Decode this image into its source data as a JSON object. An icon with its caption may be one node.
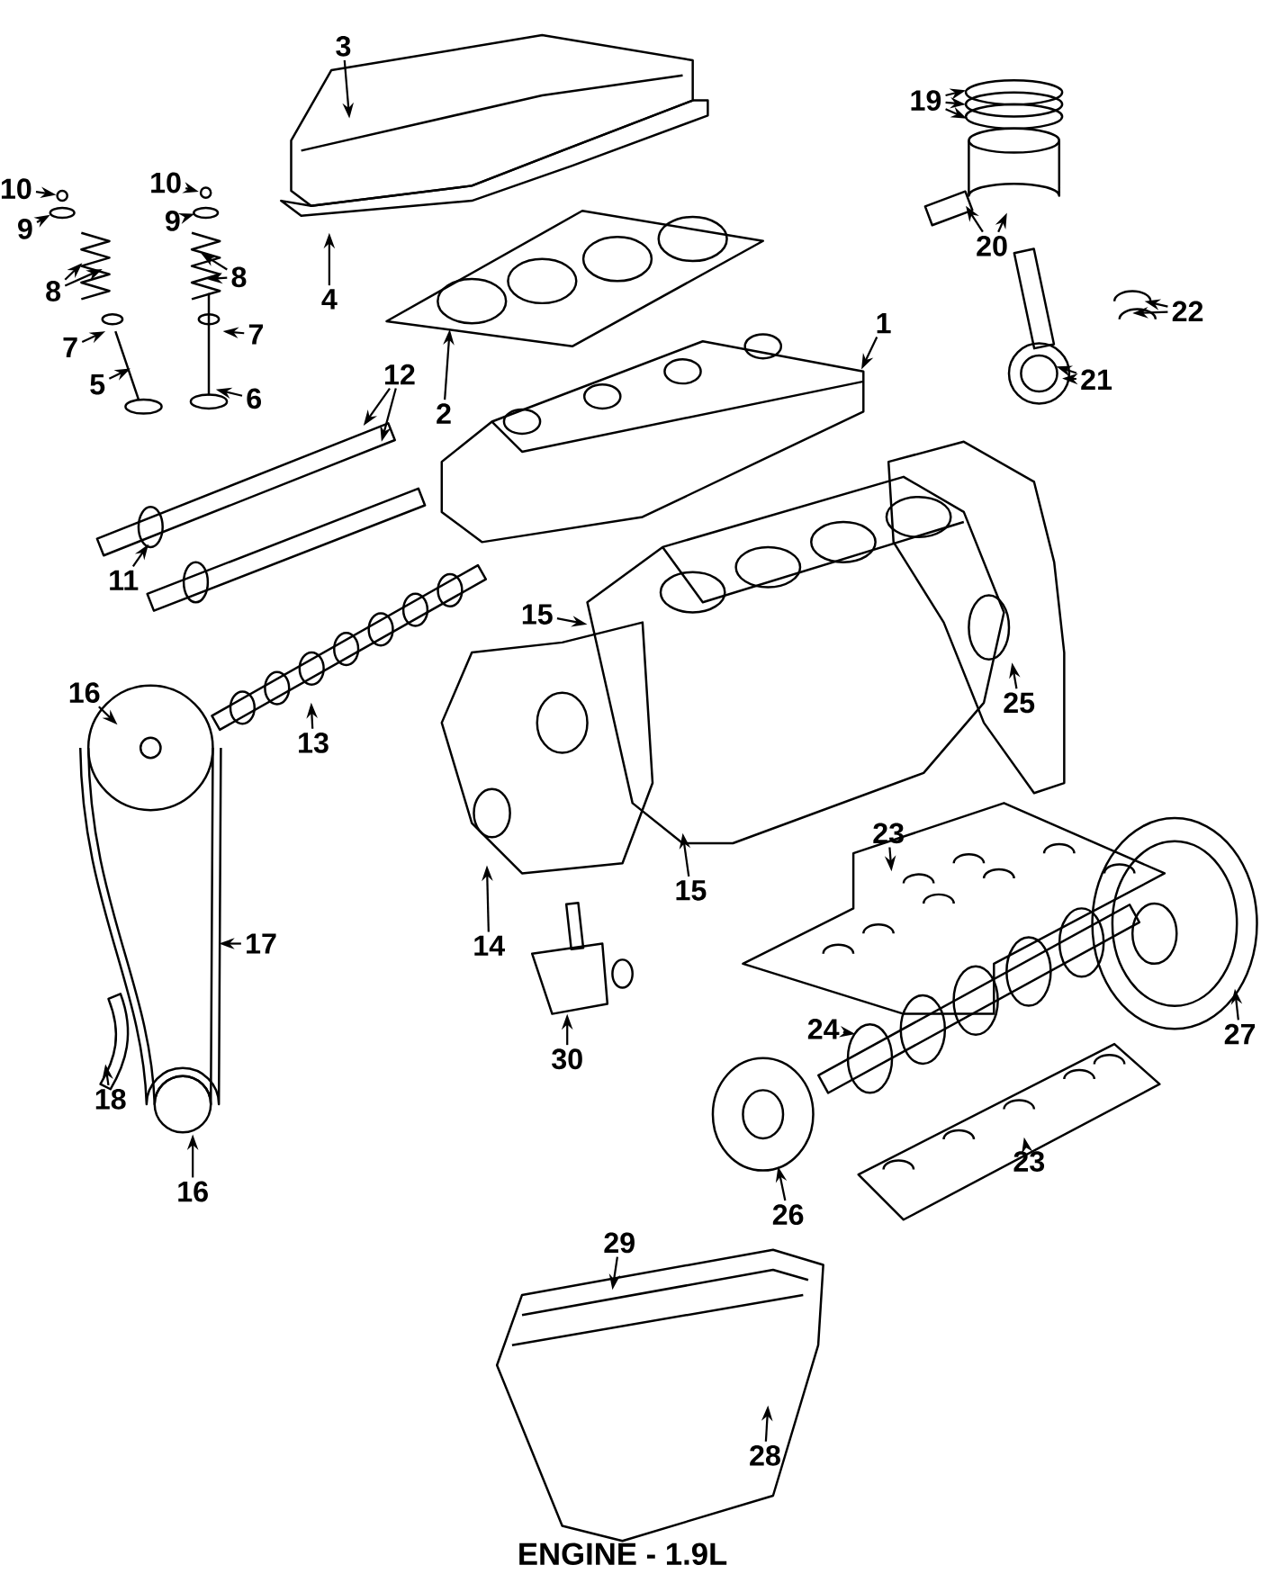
{
  "diagram": {
    "caption": "ENGINE - 1.9L",
    "nodes": [
      {
        "text": [
          "1"
        ]
      },
      {
        "text": [
          "2"
        ]
      },
      {
        "text": [
          "3"
        ]
      },
      {
        "text": [
          "4"
        ]
      },
      {
        "text": [
          "5"
        ]
      },
      {
        "text": [
          "6"
        ]
      },
      {
        "text": [
          "7"
        ]
      },
      {
        "text": [
          "7"
        ]
      },
      {
        "text": [
          "8"
        ]
      },
      {
        "text": [
          "8"
        ]
      },
      {
        "text": [
          "9"
        ]
      },
      {
        "text": [
          "9"
        ]
      },
      {
        "text": [
          "10"
        ]
      },
      {
        "text": [
          "10"
        ]
      },
      {
        "text": [
          "11"
        ]
      },
      {
        "text": [
          "12"
        ]
      },
      {
        "text": [
          "13"
        ]
      },
      {
        "text": [
          "14"
        ]
      },
      {
        "text": [
          "15"
        ]
      },
      {
        "text": [
          "15"
        ]
      },
      {
        "text": [
          "16"
        ]
      },
      {
        "text": [
          "16"
        ]
      },
      {
        "text": [
          "17"
        ]
      },
      {
        "text": [
          "18"
        ]
      },
      {
        "text": [
          "19"
        ]
      },
      {
        "text": [
          "20"
        ]
      },
      {
        "text": [
          "21"
        ]
      },
      {
        "text": [
          "22"
        ]
      },
      {
        "text": [
          "23"
        ]
      },
      {
        "text": [
          "23"
        ]
      },
      {
        "text": [
          "24"
        ]
      },
      {
        "text": [
          "25"
        ]
      },
      {
        "text": [
          "26"
        ]
      },
      {
        "text": [
          "27"
        ]
      },
      {
        "text": [
          "28"
        ]
      },
      {
        "text": [
          "29"
        ]
      },
      {
        "text": [
          "30"
        ]
      }
    ],
    "edges": [
      {
        "from": 0,
        "to": null,
        "arrow": "to"
      },
      {
        "from": 1,
        "to": null,
        "arrow": "to"
      },
      {
        "from": 2,
        "to": null,
        "arrow": "to"
      },
      {
        "from": 3,
        "to": null,
        "arrow": "to"
      },
      {
        "from": 4,
        "to": null,
        "arrow": "to"
      },
      {
        "from": 5,
        "to": null,
        "arrow": "to"
      },
      {
        "from": 6,
        "to": null,
        "arrow": "to"
      },
      {
        "from": 7,
        "to": null,
        "arrow": "to"
      },
      {
        "from": 8,
        "to": null,
        "arrow": "to"
      },
      {
        "from": 8,
        "to": null,
        "arrow": "to"
      },
      {
        "from": 9,
        "to": null,
        "arrow": "to"
      },
      {
        "from": 9,
        "to": null,
        "arrow": "to"
      },
      {
        "from": 10,
        "to": null,
        "arrow": "to"
      },
      {
        "from": 11,
        "to": null,
        "arrow": "to"
      },
      {
        "from": 12,
        "to": null,
        "arrow": "to"
      },
      {
        "from": 13,
        "to": null,
        "arrow": "to"
      },
      {
        "from": 14,
        "to": null,
        "arrow": "to"
      },
      {
        "from": 15,
        "to": null,
        "arrow": "to"
      },
      {
        "from": 15,
        "to": null,
        "arrow": "to"
      },
      {
        "from": 16,
        "to": null,
        "arrow": "to"
      },
      {
        "from": 17,
        "to": null,
        "arrow": "to"
      },
      {
        "from": 18,
        "to": null,
        "arrow": "to"
      },
      {
        "from": 19,
        "to": null,
        "arrow": "to"
      },
      {
        "from": 20,
        "to": null,
        "arrow": "to"
      },
      {
        "from": 21,
        "to": null,
        "arrow": "to"
      },
      {
        "from": 22,
        "to": null,
        "arrow": "to"
      },
      {
        "from": 23,
        "to": null,
        "arrow": "to"
      },
      {
        "from": 24,
        "to": null,
        "arrow": "to"
      },
      {
        "from": 24,
        "to": null,
        "arrow": "to"
      },
      {
        "from": 24,
        "to": null,
        "arrow": "to"
      },
      {
        "from": 25,
        "to": null,
        "arrow": "to"
      },
      {
        "from": 25,
        "to": null,
        "arrow": "to"
      },
      {
        "from": 26,
        "to": null,
        "arrow": "to"
      },
      {
        "from": 26,
        "to": null,
        "arrow": "to"
      },
      {
        "from": 27,
        "to": null,
        "arrow": "to"
      },
      {
        "from": 27,
        "to": null,
        "arrow": "to"
      },
      {
        "from": 28,
        "to": null,
        "arrow": "to"
      },
      {
        "from": 29,
        "to": null,
        "arrow": "to"
      },
      {
        "from": 30,
        "to": null,
        "arrow": "to"
      },
      {
        "from": 31,
        "to": null,
        "arrow": "to"
      },
      {
        "from": 32,
        "to": null,
        "arrow": "to"
      },
      {
        "from": 33,
        "to": null,
        "arrow": "to"
      },
      {
        "from": 34,
        "to": null,
        "arrow": "to"
      },
      {
        "from": 35,
        "to": null,
        "arrow": "to"
      },
      {
        "from": 36,
        "to": null,
        "arrow": "to"
      }
    ]
  }
}
